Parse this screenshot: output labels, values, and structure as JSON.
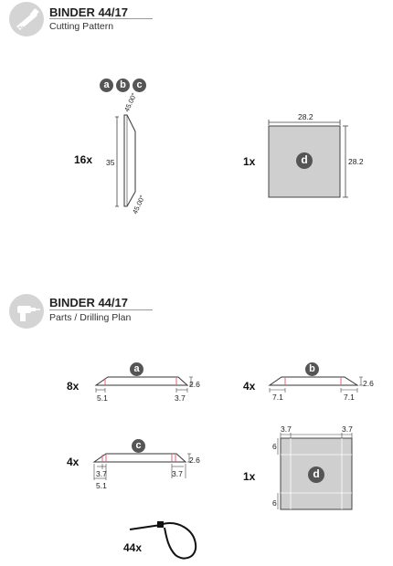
{
  "sections": {
    "cutting": {
      "title": "BINDER 44/17",
      "subtitle": "Cutting Pattern",
      "icon": "saw-icon"
    },
    "drilling": {
      "title": "BINDER 44/17",
      "subtitle": "Parts / Drilling Plan",
      "icon": "drill-icon"
    }
  },
  "cutting_pattern": {
    "strip": {
      "qty": "16x",
      "labels": [
        "a",
        "b",
        "c"
      ],
      "length": "35",
      "angle_top": "45.00°",
      "angle_bottom": "45.00°"
    },
    "panel": {
      "qty": "1x",
      "label": "d",
      "width": "28.2",
      "height": "28.2"
    }
  },
  "parts": {
    "a": {
      "qty": "8x",
      "label": "a",
      "thickness": "2.6",
      "left": "5.1",
      "right": "3.7"
    },
    "b": {
      "qty": "4x",
      "label": "b",
      "thickness": "2.6",
      "left": "7.1",
      "right": "7.1"
    },
    "c": {
      "qty": "4x",
      "label": "c",
      "thickness": "2.6",
      "left_top": "3.7",
      "left_bottom": "5.1",
      "right": "3.7"
    },
    "d": {
      "qty": "1x",
      "label": "d",
      "top_left": "3.7",
      "top_right": "3.7",
      "side_top": "6",
      "side_bottom": "6"
    },
    "cable_tie": {
      "qty": "44x",
      "icon": "cable-tie-icon"
    }
  },
  "colors": {
    "accent": "#e0607a",
    "badge": "#555555",
    "panel": "#cfcfcf",
    "icon_bg": "#d4d4d4"
  }
}
